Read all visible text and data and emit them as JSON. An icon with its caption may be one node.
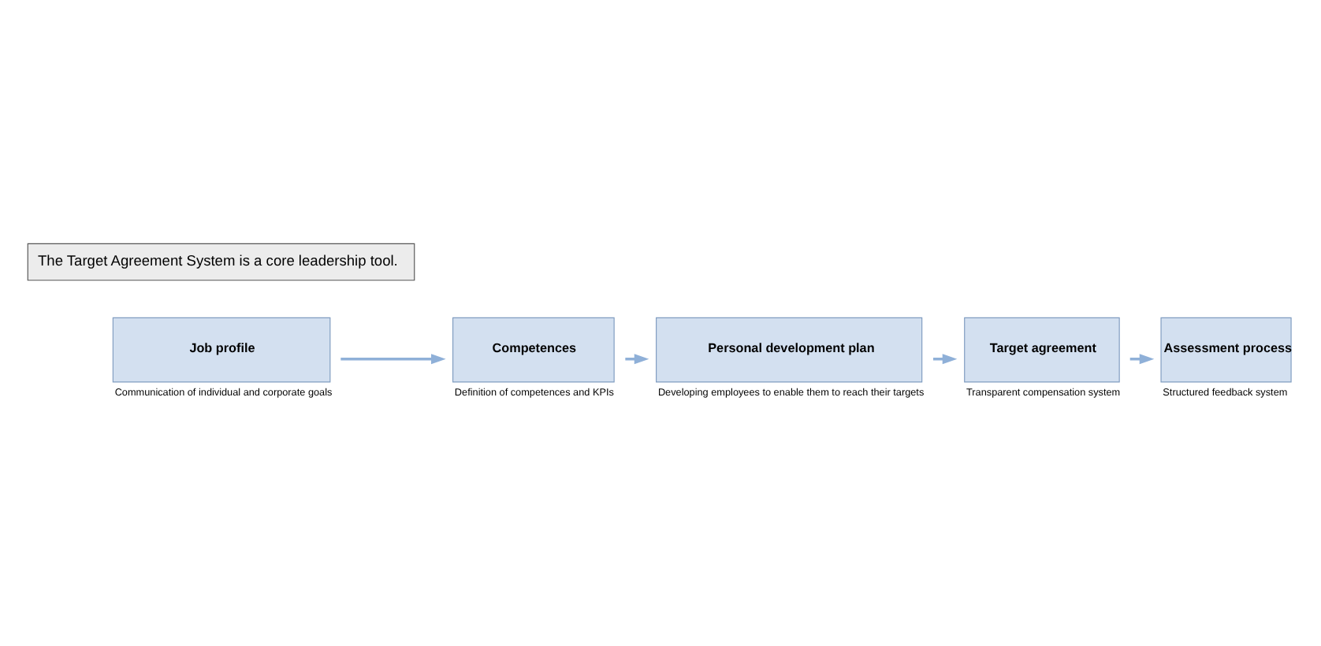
{
  "diagram": {
    "nodes": [
      {
        "text": [
          "Job profile"
        ],
        "beside": [
          "Communication of individual and corporate goals"
        ]
      },
      {
        "text": [
          "Competences"
        ],
        "beside": [
          "Definition of competences and KPIs"
        ]
      },
      {
        "text": [
          "Personal development plan"
        ],
        "beside": [
          "Developing employees to enable them to reach their targets"
        ]
      },
      {
        "text": [
          "Target agreement"
        ],
        "beside": [
          "Transparent compensation system"
        ]
      },
      {
        "text": [
          "Assessment process"
        ],
        "beside": [
          "Structured feedback system"
        ]
      },
      {
        "text": [
          "The Target Agreement System is a core leadership tool."
        ]
      }
    ],
    "edges": [
      {
        "from": 0,
        "to": 1,
        "arrow": "to"
      },
      {
        "from": 1,
        "to": 2,
        "arrow": "to"
      },
      {
        "from": 2,
        "to": 3,
        "arrow": "to"
      },
      {
        "from": 3,
        "to": 4,
        "arrow": "to"
      }
    ]
  }
}
